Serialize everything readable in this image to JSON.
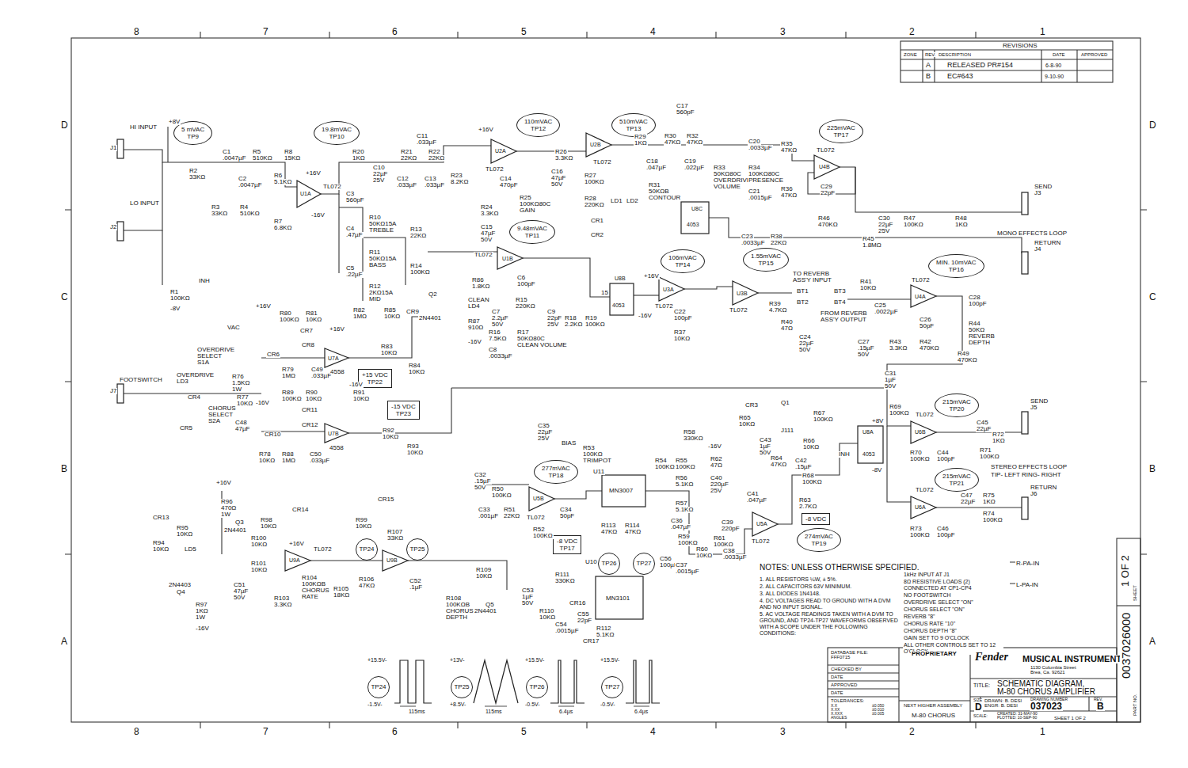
{
  "diagram": {
    "nodes": [
      {
        "text": [
          "5 mVAC",
          "TP9"
        ]
      },
      {
        "text": [
          "19.8mVAC",
          "TP10"
        ]
      },
      {
        "text": [
          "110mVAC",
          "TP12"
        ]
      },
      {
        "text": [
          "510mVAC",
          "TP13"
        ]
      },
      {
        "text": [
          "225mVAC",
          "TP17"
        ]
      },
      {
        "text": [
          "9.48mVAC",
          "TP11"
        ]
      },
      {
        "text": [
          "106mVAC",
          "TP14"
        ]
      },
      {
        "text": [
          "1.55mVAC",
          "TP15"
        ]
      },
      {
        "text": [
          "MIN. 10mVAC",
          "TP16"
        ]
      },
      {
        "text": [
          "+15 VDC",
          "TP22"
        ]
      },
      {
        "text": [
          "-15 VDC",
          "TP23"
        ]
      },
      {
        "text": [
          "277mVAC",
          "TP18"
        ]
      },
      {
        "text": [
          "-8 VDC",
          "TP17"
        ]
      },
      {
        "text": [
          "-8 VDC"
        ]
      },
      {
        "text": [
          "274mVAC",
          "TP19"
        ]
      },
      {
        "text": [
          "215mVAC",
          "TP20"
        ]
      },
      {
        "text": [
          "215mVAC",
          "TP21"
        ]
      },
      {
        "text": [
          "TP24"
        ]
      },
      {
        "text": [
          "TP25"
        ]
      },
      {
        "text": [
          "TP26"
        ]
      },
      {
        "text": [
          "TP27"
        ]
      },
      {
        "text": [
          "TP24"
        ]
      },
      {
        "text": [
          "TP25"
        ]
      },
      {
        "text": [
          "TP26"
        ]
      },
      {
        "text": [
          "TP27"
        ]
      }
    ],
    "labels": [
      "8",
      "7",
      "6",
      "5",
      "4",
      "3",
      "2",
      "1",
      "8",
      "7",
      "6",
      "5",
      "4",
      "3",
      "2",
      "1",
      "D",
      "C",
      "B",
      "A",
      "D",
      "C",
      "B",
      "A",
      "REVISIONS",
      "ZONE",
      "REV.",
      "DESCRIPTION",
      "DATE",
      "APPROVED",
      "A",
      "RELEASED PR#154",
      "6-8-90",
      "B",
      "EC#643",
      "9-10-90",
      "HI INPUT",
      "J1",
      "+8V",
      "LO INPUT",
      "J2",
      "INH",
      "R1",
      "100KΩ",
      "-8V",
      "R2",
      "33KΩ",
      "R3",
      "33KΩ",
      "C1",
      ".0047µF",
      "C2",
      ".0047µF",
      "R4",
      "510KΩ",
      "R5",
      "510KΩ",
      "R6",
      "5.1KΩ",
      "R7",
      "6.8KΩ",
      "R8",
      "15KΩ",
      "+16V",
      "U1A",
      "TL072",
      "-16V",
      "R20",
      "1KΩ",
      "C10",
      "22µF",
      "25V",
      "C3",
      "560pF",
      "C4",
      ".47µF",
      "C5",
      ".22µF",
      "R10",
      "50KΩ15A",
      "TREBLE",
      "R11",
      "50KΩ15A",
      "BASS",
      "R12",
      "2KΩ15A",
      "MID",
      "R13",
      "22KΩ",
      "R14",
      "100KΩ",
      "R21",
      "22KΩ",
      "R22",
      "22KΩ",
      "C12",
      ".033µF",
      "C13",
      ".033µF",
      "C11",
      ".033µF",
      "R23",
      "8.2KΩ",
      "+16V",
      "U2A",
      "TL072",
      "C14",
      "470pF",
      "R24",
      "3.3KΩ",
      "C15",
      "47µF",
      "50V",
      "R25",
      "100KΩ80C",
      "GAIN",
      "R26",
      "3.3KΩ",
      "C16",
      "47µF",
      "50V",
      "U2B",
      "TL072",
      "R27",
      "100KΩ",
      "R28",
      "220KΩ",
      "LD1",
      "LD2",
      "CR1",
      "CR2",
      "R29",
      "1KΩ",
      "C17",
      "560pF",
      "R30",
      "47KΩ",
      "C18",
      ".047µF",
      "R32",
      "47KΩ",
      "C19",
      ".022µF",
      "R31",
      "50KΩB",
      "CONTOUR",
      "R33",
      "50KΩ80C",
      "OVERDRIVE",
      "VOLUME",
      "C20",
      ".0033µF",
      "R34",
      "100KΩ80C",
      "PRESENCE",
      "C21",
      ".0015µF",
      "R35",
      "47KΩ",
      "R36",
      "47KΩ",
      "U4B",
      "TL072",
      "C29",
      "22pF",
      "R46",
      "470KΩ",
      "C30",
      "22µF",
      "25V",
      "R47",
      "100KΩ",
      "R48",
      "1KΩ",
      "SEND",
      "J3",
      "MONO EFFECTS LOOP",
      "RETURN",
      "J4",
      "R45",
      "1.8MΩ",
      "U8C",
      "4053",
      "C23",
      ".0033µF",
      "R38",
      "22KΩ",
      "U1B",
      "TL072",
      "R86",
      "1.8KΩ",
      "CLEAN",
      "LD4",
      "Q2",
      "2N4401",
      "R87",
      "910Ω",
      "-16V",
      "C6",
      "100pF",
      "R15",
      "220KΩ",
      "C7",
      "2.2µF",
      "50V",
      "R16",
      "7.5KΩ",
      "R17",
      "50KΩ80C",
      "CLEAN VOLUME",
      "C8",
      ".0033µF",
      "C9",
      "22pF",
      "25V",
      "R18",
      "2.2KΩ",
      "R19",
      "100KΩ",
      "U8B",
      "4053",
      "15",
      "+16V",
      "U3A",
      "TL072",
      "C22",
      "100pF",
      "R37",
      "10KΩ",
      "-16V",
      "U3B",
      "TL072",
      "TO REVERB",
      "ASS'Y INPUT",
      "BT1",
      "BT2",
      "BT3",
      "BT4",
      "FROM REVERB",
      "ASS'Y OUTPUT",
      "R39",
      "4.7KΩ",
      "R40",
      "47Ω",
      "C24",
      "22µF",
      "50V",
      "R41",
      "10KΩ",
      "C25",
      ".0022µF",
      "U4A",
      "TL072",
      "C26",
      "50pF",
      "R42",
      "470KΩ",
      "C27",
      ".15µF",
      "50V",
      "R43",
      "3.3KΩ",
      "C28",
      "100pF",
      "R44",
      "50KΩ",
      "REVERB",
      "DEPTH",
      "+16V",
      "R80",
      "100KΩ",
      "R81",
      "10KΩ",
      "CR7",
      "CR8",
      "+16V",
      "U7A",
      "4558",
      "R82",
      "1MΩ",
      "R85",
      "10KΩ",
      "CR9",
      "R83",
      "10KΩ",
      "R84",
      "10KΩ",
      "CR6",
      "R79",
      "1MΩ",
      "C49",
      ".033µF",
      "-16V",
      "VAC",
      "OVERDRIVE",
      "SELECT",
      "S1A",
      "OVERDRIVE",
      "LD3",
      "FOOTSWITCH",
      "J7",
      "CR4",
      "CR5",
      "CHORUS",
      "SELECT",
      "S2A",
      "R76",
      "1.5KΩ",
      "1W",
      "R77",
      "10KΩ",
      "C48",
      "47µF",
      "-16V",
      "R89",
      "100KΩ",
      "R90",
      "10KΩ",
      "CR11",
      "CR12",
      "U7B",
      "4558",
      "R91",
      "10KΩ",
      "R92",
      "10KΩ",
      "R93",
      "10KΩ",
      "CR10",
      "R78",
      "10KΩ",
      "R88",
      "1MΩ",
      "C50",
      ".033µF",
      "+16V",
      "R96",
      "470Ω",
      "1W",
      "Q3",
      "2N4401",
      "CR13",
      "R95",
      "10KΩ",
      "R94",
      "10KΩ",
      "LD5",
      "2N4403",
      "Q4",
      "R97",
      "1KΩ",
      "1W",
      "-16V",
      "CR14",
      "R98",
      "10KΩ",
      "R99",
      "10KΩ",
      "CR15",
      "R100",
      "10KΩ",
      "R101",
      "10KΩ",
      "C51",
      "47µF",
      "50V",
      "+16V",
      "U9A",
      "TL072",
      "R104",
      "100KΩB",
      "CHORUS",
      "RATE",
      "R103",
      "3.3KΩ",
      "R105",
      "18KΩ",
      "R106",
      "47KΩ",
      "R107",
      "33KΩ",
      "U9B",
      "C52",
      ".1µF",
      "R108",
      "100KΩB",
      "CHORUS",
      "DEPTH",
      "R109",
      "10KΩ",
      "Q5",
      "2N4401",
      "C53",
      "1µF",
      "50V",
      "R110",
      "10KΩ",
      "R111",
      "330KΩ",
      "CR16",
      "C54",
      ".0015µF",
      "C55",
      "22pF",
      "R112",
      "5.1KΩ",
      "CR17",
      "U10",
      "MN3101",
      "R113",
      "47KΩ",
      "R114",
      "47KΩ",
      "C56",
      "100µF",
      "U11",
      "MN3007",
      "C35",
      "22µF",
      "25V",
      "BIAS",
      "R53",
      "100KΩ",
      "TRIMPOT",
      "C32",
      ".15µF",
      "50V",
      "R50",
      "100KΩ",
      "C33",
      ".001µF",
      "R51",
      "22KΩ",
      "U5B",
      "TL072",
      "C34",
      "50pF",
      "R52",
      "100KΩ",
      "R54",
      "100KΩ",
      "R55",
      "100KΩ",
      "R56",
      "5.1KΩ",
      "R57",
      "5.1KΩ",
      "C36",
      ".047µF",
      "R58",
      "330KΩ",
      "R59",
      "100KΩ",
      "C37",
      ".0015µF",
      "R60",
      "10KΩ",
      "R61",
      "100KΩ",
      "C39",
      "220pF",
      "C38",
      ".0033µF",
      "C40",
      "220µF",
      "25V",
      "-16V",
      "R62",
      "47Ω",
      "U5A",
      "TL072",
      "C41",
      ".047µF",
      "R63",
      "2.7KΩ",
      "R64",
      "47KΩ",
      "C42",
      ".15µF",
      "R66",
      "10KΩ",
      "R68",
      "100KΩ",
      "CR3",
      "R65",
      "10KΩ",
      "Q1",
      "J111",
      "C43",
      "1µF",
      "50V",
      "R67",
      "100KΩ",
      "U8A",
      "4053",
      "INH",
      "+8V",
      "-8V",
      "C31",
      "1µF",
      "50V",
      "R49",
      "470KΩ",
      "R69",
      "100KΩ",
      "U6B",
      "TL072",
      "C45",
      "22µF",
      "R72",
      "1KΩ",
      "R70",
      "100KΩ",
      "C44",
      "100pF",
      "R71",
      "100KΩ",
      "SEND",
      "J5",
      "STEREO EFFECTS LOOP",
      "TIP- LEFT RING- RIGHT",
      "RETURN",
      "J6",
      "U6A",
      "TL072",
      "C47",
      "22µF",
      "R75",
      "1KΩ",
      "R74",
      "100KΩ",
      "R73",
      "100KΩ",
      "C46",
      "100pF",
      "R-PA-IN",
      "L-PA-IN",
      "NOTES:  UNLESS OTHERWISE SPECIFIED.",
      "1. ALL RESISTORS ¼W, ± 5%.",
      "2. ALL CAPACITORS 63V MINIMUM.",
      "3. ALL DIODES 1N4148.",
      "4. DC VOLTAGES READ TO GROUND WITH A DVM AND NO INPUT SIGNAL.",
      "5. AC VOLTAGE READINGS TAKEN WITH A DVM TO GROUND, AND TP24-TP27 WAVEFORMS OBSERVED WITH A SCOPE UNDER THE FOLLOWING CONDITIONS:",
      "1kHz INPUT AT J1",
      "8Ω RESISTIVE LOADS (2) CONNECTED AT CP1-CP4",
      "NO FOOTSWITCH",
      "OVERDRIVE SELECT \"ON\"",
      "CHORUS SELECT \"ON\"",
      "REVERB \"8\"",
      "CHORUS RATE \"10\"",
      "CHORUS DEPTH \"8\"",
      "GAIN SET TO 9 O'CLOCK",
      "ALL OTHER CONTROLS SET TO 12 O'CLOCK",
      "+15.5V-",
      "-1.5V-",
      "115ms",
      "+13V-",
      "+8.5V-",
      "115ms",
      "+15.5V-",
      "-0.5V-",
      "6.4µs",
      "+15.5V-",
      "-0.5V-",
      "6.4µs",
      "DATABASE FILE:",
      "FFF0715",
      "CHECKED BY",
      "DATE",
      "APPROVED",
      "DATE",
      "TOLERANCES:",
      "X.X",
      "X.XX",
      "X.XXX",
      "ANGLES",
      "±0.050",
      "±0.010",
      "±0.005",
      "PROPRIETARY",
      "NEXT HIGHER ASSEMBLY",
      "M-80 CHORUS",
      "Fender",
      "MUSICAL INSTRUMENTS",
      "1130 Columbia Street",
      "Brea, Ca. 92621",
      "TITLE:",
      "SCHEMATIC DIAGRAM,",
      "M-80 CHORUS AMPLIFIER",
      "SIZE",
      "D",
      "DRAWN: B. DESI",
      "ENGR: B. DESI",
      "DRAWING NUMBER",
      "037023",
      "REV.",
      "B",
      "SCALE:",
      "CREATED: 31-MAY-90",
      "PLOTTED: 10-SEP-90",
      "SHEET 1 OF 2",
      "PART NO.",
      "0037026000",
      "SHEET",
      "1 OF 2"
    ]
  }
}
